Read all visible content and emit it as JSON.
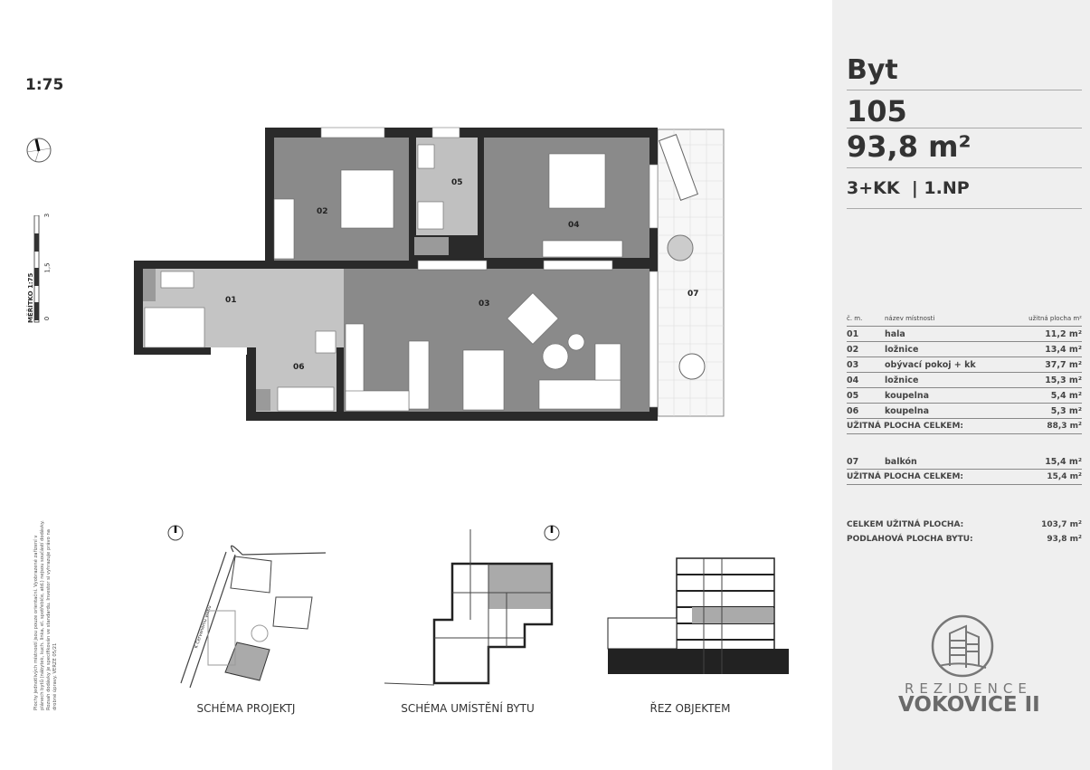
{
  "scale": "1:75",
  "scalebar": {
    "label": "MĚŘÍTKO 1:75",
    "ticks": [
      "0",
      "1,5",
      "3"
    ]
  },
  "disclaimer": "Plochy jednotlivých místností jsou pouze orientační. Vyobrazené zařízení v plánech bytů (nábytek, kuch. linka, el. spotřebiče, atd.) nejsou součástí dodávky. Rozsah dodávky je specifikován ve standardu. Investor si vyhrazuje právo na drobné úpravy. VERZE 05/21",
  "plan": {
    "rooms": [
      {
        "id": "01"
      },
      {
        "id": "02"
      },
      {
        "id": "03"
      },
      {
        "id": "04"
      },
      {
        "id": "05"
      },
      {
        "id": "06"
      },
      {
        "id": "07"
      }
    ]
  },
  "apartment": {
    "type_label": "Byt",
    "number": "105",
    "area": "93,8 m²",
    "layout": "3+KK",
    "floor": "| 1.NP"
  },
  "table": {
    "headers": [
      "č. m.",
      "název místnosti",
      "užitná plocha m²"
    ],
    "rows": [
      {
        "num": "01",
        "name": "hala",
        "area": "11,2 m²"
      },
      {
        "num": "02",
        "name": "ložnice",
        "area": "13,4 m²"
      },
      {
        "num": "03",
        "name": "obývací pokoj + kk",
        "area": "37,7 m²"
      },
      {
        "num": "04",
        "name": "ložnice",
        "area": "15,3 m²"
      },
      {
        "num": "05",
        "name": "koupelna",
        "area": "5,4 m²"
      },
      {
        "num": "06",
        "name": "koupelna",
        "area": "5,3 m²"
      }
    ],
    "total1": {
      "label": "UŽITNÁ PLOCHA CELKEM:",
      "value": "88,3 m²"
    },
    "balcony": {
      "num": "07",
      "name": "balkón",
      "area": "15,4 m²"
    },
    "total2": {
      "label": "UŽITNÁ PLOCHA CELKEM:",
      "value": "15,4 m²"
    },
    "grand_total": {
      "label": "CELKEM UŽITNÁ PLOCHA:",
      "value": "103,7 m²"
    },
    "floor_area": {
      "label": "PODLAHOVÁ PLOCHA BYTU:",
      "value": "93,8 m²"
    }
  },
  "schemas": {
    "project": "SCHÉMA PROJEKTJ",
    "street": "K Červenému vrchu",
    "location": "SCHÉMA UMÍSTĚNÍ BYTU",
    "section": "ŘEZ OBJEKTEM"
  },
  "logo": {
    "line1": "REZIDENCE",
    "line2": "VOKOVICE II"
  },
  "colors": {
    "wall": "#2a2a2a",
    "floor_wood": "#8a8a8a",
    "floor_tile": "#c4c4c4",
    "highlight": "#a8a8a8",
    "panel": "#efefef"
  }
}
